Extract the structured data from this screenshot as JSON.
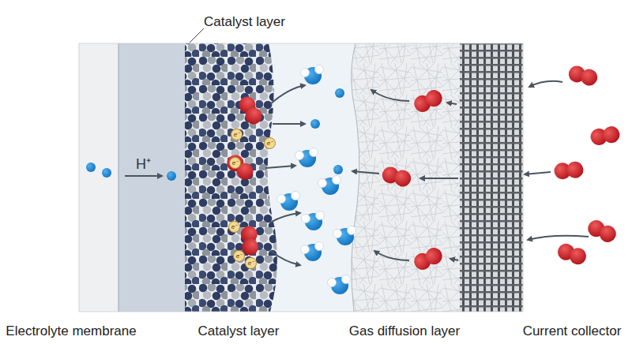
{
  "diagram": {
    "labels": [
      "Catalyst layer",
      "H⁺",
      "e⁻",
      "e⁻",
      "e⁻",
      "e⁻",
      "e⁻",
      "e⁻",
      "Electrolyte membrane",
      "Catalyst layer",
      "Gas diffusion layer",
      "Current collector"
    ]
  }
}
